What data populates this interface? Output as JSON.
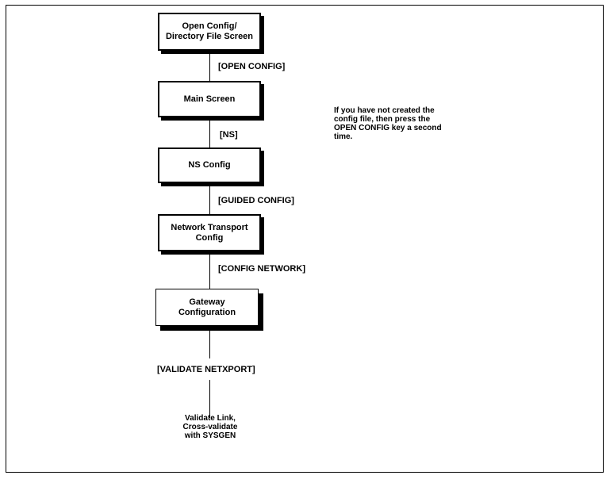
{
  "boxes": {
    "open_config": "Open Config/\nDirectory File Screen",
    "main_screen": "Main Screen",
    "ns_config": "NS Config",
    "network_transport": "Network Transport\nConfig",
    "gateway": "Gateway\nConfiguration"
  },
  "keys": {
    "open_config": "[OPEN CONFIG]",
    "ns": "[NS]",
    "guided_config": "[GUIDED CONFIG]",
    "config_network": "[CONFIG NETWORK]",
    "validate_netxport": "[VALIDATE NETXPORT]"
  },
  "final_step": "Validate Link,\nCross-validate\nwith SYSGEN",
  "note": "If you have not created the\nconfig file, then press the\nOPEN CONFIG key a second\ntime."
}
